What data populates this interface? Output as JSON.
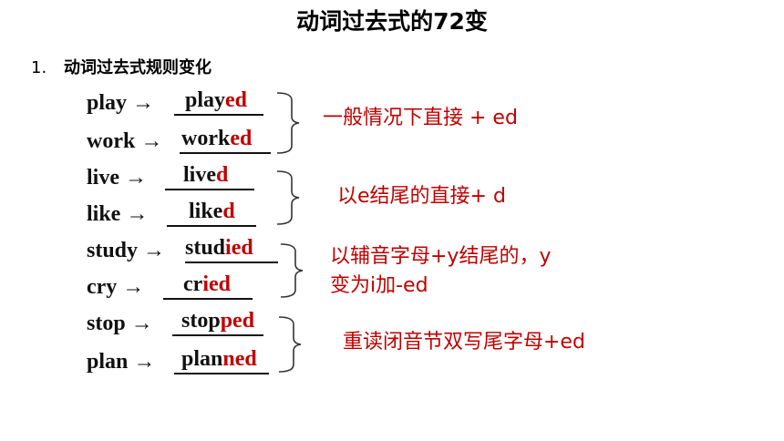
{
  "title": "动词过去式的72变",
  "heading": {
    "number": "1.",
    "text": "动词过去式规则变化"
  },
  "rows": [
    {
      "base": "play →",
      "stem": "play",
      "suffix": "ed"
    },
    {
      "base": "work →",
      "stem": "work",
      "suffix": "ed"
    },
    {
      "base": "live →",
      "stem": "live",
      "suffix": "d"
    },
    {
      "base": "like →",
      "stem": "like",
      "suffix": "d"
    },
    {
      "base": "study →",
      "stem": "stud",
      "suffix": "ied"
    },
    {
      "base": "cry →",
      "stem": "cr",
      "suffix": "ied"
    },
    {
      "base": "stop →",
      "stem": "stop",
      "suffix": "ped"
    },
    {
      "base": "plan →",
      "stem": "plan",
      "suffix": "ned"
    }
  ],
  "notes": [
    {
      "line1": "一般情况下直接 + ed"
    },
    {
      "line1": "以e结尾的直接+ d"
    },
    {
      "line1": "以辅音字母+y结尾的，y",
      "line2": "变为i加-ed"
    },
    {
      "line1": "重读闭音节双写尾字母+ed"
    }
  ],
  "colors": {
    "answer_suffix": "#c00000",
    "note": "#c00000",
    "text": "#111111"
  }
}
